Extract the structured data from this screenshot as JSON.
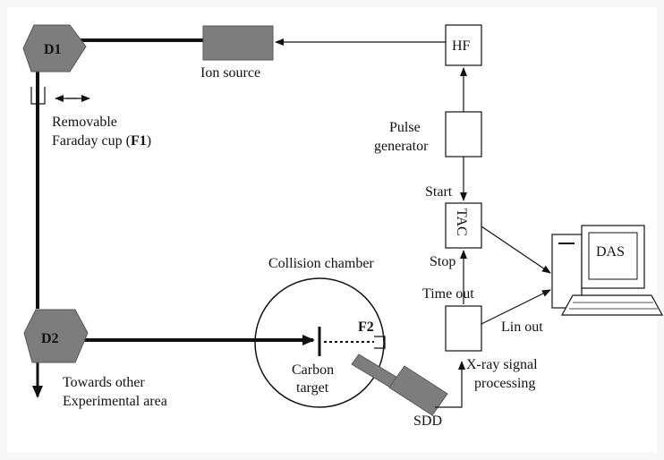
{
  "diagram": {
    "labels": {
      "d1": "D1",
      "d2": "D2",
      "ion_source": "Ion source",
      "hf": "HF",
      "faraday_line1": "Removable",
      "faraday_line2": "Faraday cup (",
      "faraday_bold": "F1",
      "faraday_close": ")",
      "pulse_line1": "Pulse",
      "pulse_line2": "generator",
      "start": "Start",
      "tac": "TAC",
      "stop": "Stop",
      "time_out": "Time out",
      "lin_out": "Lin out",
      "das": "DAS",
      "collision_chamber": "Collision chamber",
      "f2": "F2",
      "carbon_line1": "Carbon",
      "carbon_line2": "target",
      "sdd": "SDD",
      "xray_line1": "X-ray signal",
      "xray_line2": "processing",
      "towards_line1": "Towards other",
      "towards_line2": "Experimental area"
    },
    "colors": {
      "component_gray": "#7d7d7d",
      "line": "#111111",
      "background": "#ffffff"
    }
  }
}
